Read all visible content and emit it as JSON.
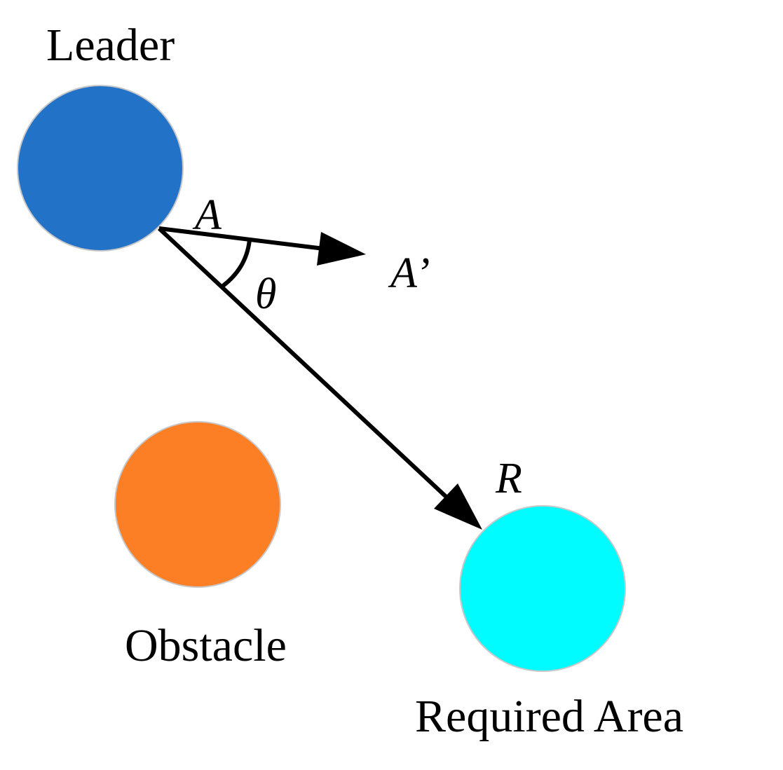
{
  "diagram": {
    "labels": {
      "leader": "Leader",
      "obstacle": "Obstacle",
      "required_area": "Required Area",
      "point_a": "A",
      "point_a_prime": "A’",
      "angle": "θ",
      "point_r": "R"
    },
    "colors": {
      "leader": "#2272c8",
      "obstacle": "#fc7f26",
      "required_area": "#00fcff",
      "circle_outline": "#c8c8c8",
      "arrow": "#000000"
    }
  }
}
